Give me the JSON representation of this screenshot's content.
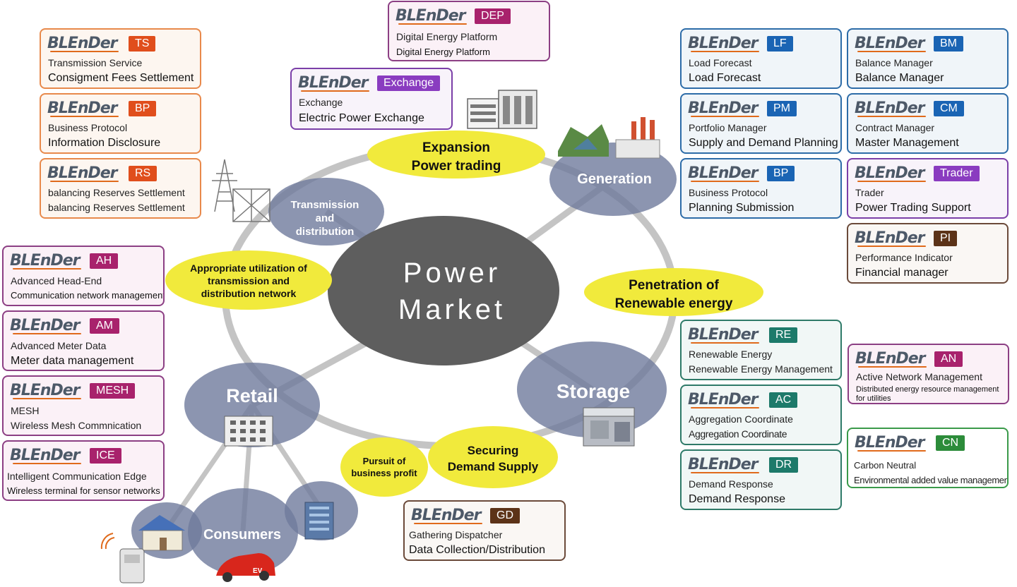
{
  "center": {
    "line1": "Power",
    "line2": "Market"
  },
  "nodes": {
    "transmission": [
      "Transmission",
      "and",
      "distribution"
    ],
    "generation": "Generation",
    "retail": "Retail",
    "storage": "Storage",
    "consumers": "Consumers"
  },
  "goals": {
    "expansion": [
      "Expansion",
      "Power trading"
    ],
    "appropriate": [
      "Appropriate utilization of",
      "transmission and",
      "distribution network"
    ],
    "penetration": [
      "Penetration of",
      "Renewable energy"
    ],
    "securing": [
      "Securing",
      "Demand Supply"
    ],
    "profit": [
      "Pursuit of",
      "business profit"
    ]
  },
  "ev_label": "EV",
  "logo_text": "BLEnDer",
  "colors": {
    "hub": "#5e5e5e",
    "node": "#6f7a9c",
    "goal": "#f1ea3c",
    "ring": "#c8c8c8",
    "logo_swoosh": "#e06a1b"
  },
  "modules": {
    "dep": {
      "badge": "DEP",
      "line1": "Digital Energy Platform",
      "line2": "Digital Energy Platform"
    },
    "ts": {
      "badge": "TS",
      "line1": "Transmission Service",
      "line2": "Consigment Fees Settlement"
    },
    "bp_left": {
      "badge": "BP",
      "line1": "Business Protocol",
      "line2": "Information Disclosure"
    },
    "rs": {
      "badge": "RS",
      "line1": "balancing Reserves Settlement",
      "line2": "balancing Reserves Settlement"
    },
    "exchange": {
      "badge": "Exchange",
      "line1": "Exchange",
      "line2": "Electric Power Exchange"
    },
    "ah": {
      "badge": "AH",
      "line1": "Advanced Head-End",
      "line2": "Communication network management"
    },
    "am": {
      "badge": "AM",
      "line1": "Advanced Meter Data",
      "line2": "Meter data management"
    },
    "mesh": {
      "badge": "MESH",
      "line1": "MESH",
      "line2": "Wireless Mesh Commnication"
    },
    "ice": {
      "badge": "ICE",
      "line1": "Intelligent Communication Edge",
      "line2": "Wireless terminal for sensor networks"
    },
    "lf": {
      "badge": "LF",
      "line1": "Load Forecast",
      "line2": "Load Forecast"
    },
    "bm": {
      "badge": "BM",
      "line1": "Balance Manager",
      "line2": "Balance Manager"
    },
    "pm": {
      "badge": "PM",
      "line1": "Portfolio Manager",
      "line2": "Supply and Demand Planning"
    },
    "cm": {
      "badge": "CM",
      "line1": "Contract Manager",
      "line2": "Master Management"
    },
    "bp_right": {
      "badge": "BP",
      "line1": "Business Protocol",
      "line2": "Planning Submission"
    },
    "trader": {
      "badge": "Trader",
      "line1": "Trader",
      "line2": "Power Trading Support"
    },
    "pi": {
      "badge": "PI",
      "line1": "Performance Indicator",
      "line2": "Financial manager"
    },
    "re": {
      "badge": "RE",
      "line1": "Renewable Energy",
      "line2": "Renewable Energy Management"
    },
    "an": {
      "badge": "AN",
      "line1": "Active Network Management",
      "line2": "Distributed energy resource management for utilities"
    },
    "ac": {
      "badge": "AC",
      "line1": "Aggregation Coordinate",
      "line2": "Aggregation Coordinate"
    },
    "cn": {
      "badge": "CN",
      "line1": "Carbon Neutral",
      "line2": "Environmental added value management"
    },
    "dr": {
      "badge": "DR",
      "line1": "Demand Response",
      "line2": "Demand Response"
    },
    "gd": {
      "badge": "GD",
      "line1": "Gathering Dispatcher",
      "line2": "Data Collection/Distribution"
    }
  }
}
